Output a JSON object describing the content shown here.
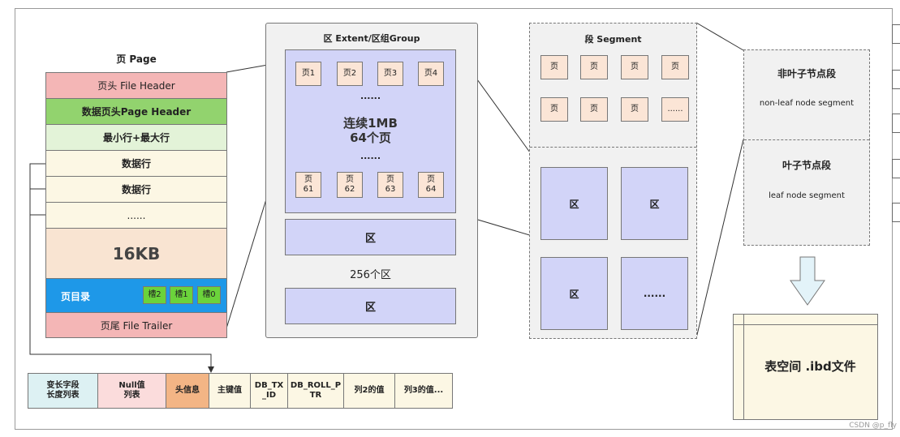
{
  "page": {
    "title": "页 Page",
    "rows": [
      {
        "label": "页头 File Header",
        "color": "#f4b6b6"
      },
      {
        "label": "数据页头Page Header",
        "color": "#92d36e"
      },
      {
        "label": "最小行+最大行",
        "color": "#e3f3d8"
      },
      {
        "label": "数据行",
        "color": "#fcf7e4"
      },
      {
        "label": "数据行",
        "color": "#fcf7e4"
      },
      {
        "label": "......",
        "color": "#fcf7e4"
      },
      {
        "label": "16KB",
        "color": "#f9e4d2"
      },
      {
        "label": "页目录",
        "color": "#1e98e8"
      },
      {
        "label": "页尾 File Trailer",
        "color": "#f4b6b6"
      }
    ],
    "slots": [
      "槽2",
      "槽1",
      "槽0"
    ]
  },
  "extent": {
    "title": "区 Extent/区组Group",
    "pages_top": [
      "页1",
      "页2",
      "页3",
      "页4"
    ],
    "dots_top": "......",
    "center_line1": "连续1MB",
    "center_line2": "64个页",
    "dots_bottom": "......",
    "pages_bottom": [
      {
        "top": "页",
        "num": "61"
      },
      {
        "top": "页",
        "num": "62"
      },
      {
        "top": "页",
        "num": "63"
      },
      {
        "top": "页",
        "num": "64"
      }
    ],
    "extent1": "区",
    "count_label": "256个区",
    "extent2": "区"
  },
  "segment": {
    "title": "段 Segment",
    "pages_row1": [
      "页",
      "页",
      "页",
      "页"
    ],
    "pages_row2": [
      "页",
      "页",
      "页",
      "......"
    ],
    "extents": [
      "区",
      "区",
      "区",
      "......"
    ]
  },
  "segment_types": {
    "nonleaf_title": "非叶子节点段",
    "nonleaf_sub": "non-leaf node segment",
    "leaf_title": "叶子节点段",
    "leaf_sub": "leaf node segment"
  },
  "tablespace": {
    "label": "表空间 .ibd文件"
  },
  "record": {
    "fields": [
      {
        "label": "变长字段\n长度列表",
        "color": "#ddf1f3"
      },
      {
        "label": "Null值\n列表",
        "color": "#fbdcdc"
      },
      {
        "label": "头信息",
        "color": "#f3b585"
      },
      {
        "label": "主键值",
        "color": "#fcf7e4"
      },
      {
        "label": "DB_TX\n_ID",
        "color": "#fcf7e4"
      },
      {
        "label": "DB_ROLL_P\nTR",
        "color": "#fcf7e4"
      },
      {
        "label": "列2的值",
        "color": "#fcf7e4"
      },
      {
        "label": "列3的值...",
        "color": "#fcf7e4"
      }
    ]
  },
  "watermark": "CSDN @p_fly",
  "colors": {
    "extent_bg": "#d2d4f8",
    "page_cell": "#fbe5d6",
    "panel_bg": "#f1f1f1",
    "arrow_fill": "#e3f3f9"
  }
}
